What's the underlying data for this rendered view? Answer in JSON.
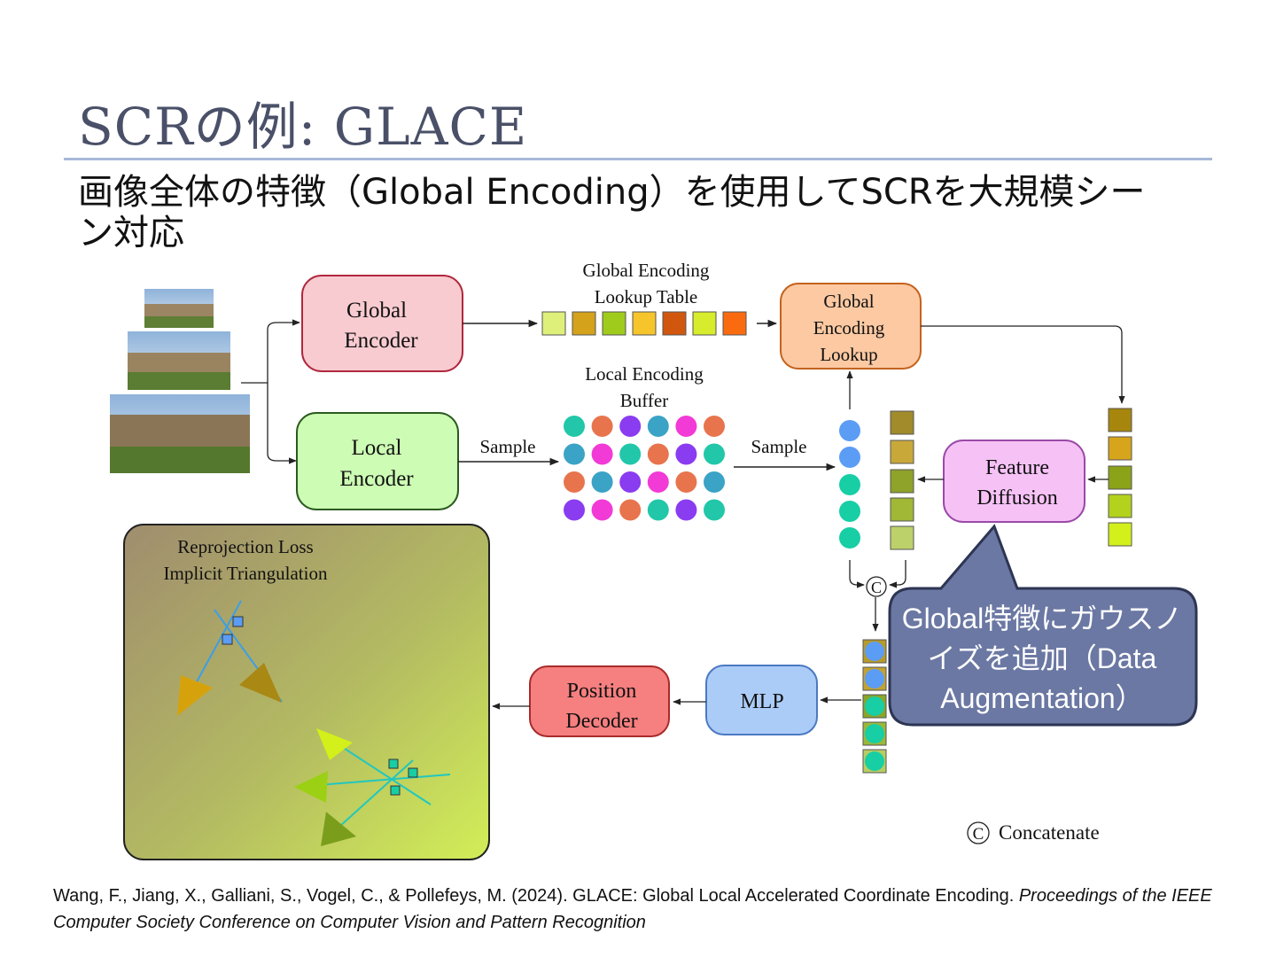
{
  "slide": {
    "title": "SCRの例: GLACE",
    "subtitle": "画像全体の特徴（Global Encoding）を使用してSCRを大規模シーン対応"
  },
  "diagram": {
    "global_encoder": [
      "Global",
      "Encoder"
    ],
    "local_encoder": [
      "Local",
      "Encoder"
    ],
    "lookup_table_title": [
      "Global Encoding",
      "Lookup  Table"
    ],
    "global_lookup": [
      "Global",
      "Encoding",
      "Lookup"
    ],
    "local_buffer_title": [
      "Local Encoding",
      "Buffer"
    ],
    "sample_left": "Sample",
    "sample_right": "Sample",
    "feature_diffusion": [
      "Feature",
      "Diffusion"
    ],
    "concat_symbol": "C",
    "mlp": "MLP",
    "position_decoder": [
      "Position",
      "Decoder"
    ],
    "loss_panel": [
      "Reprojection Loss",
      "Implicit Triangulation"
    ],
    "concatenate_legend": "Concatenate",
    "lookup_colors": [
      "#dff07a",
      "#d4a21b",
      "#9fcc1c",
      "#f6c52c",
      "#d2570e",
      "#d6ec2c",
      "#fa6b10"
    ],
    "buffer_colors": [
      [
        "#21c7a8",
        "#e8744d",
        "#8a3cf0",
        "#3aa3c6",
        "#f23ad6",
        "#e8744d"
      ],
      [
        "#3aa3c6",
        "#f23ad6",
        "#21c7a8",
        "#e8744d",
        "#8a3cf0",
        "#21c7a8"
      ],
      [
        "#e8744d",
        "#3aa3c6",
        "#8a3cf0",
        "#f23ad6",
        "#e8744d",
        "#3aa3c6"
      ],
      [
        "#8a3cf0",
        "#f23ad6",
        "#e8744d",
        "#21c7a8",
        "#8a3cf0",
        "#21c7a8"
      ]
    ]
  },
  "callout": {
    "text": "Global特徴にガウスノイズを追加（Data Augmentation）"
  },
  "citation": {
    "plain": "Wang, F., Jiang, X., Galliani, S., Vogel, C., & Pollefeys, M. (2024). GLACE: Global Local Accelerated Coordinate Encoding. ",
    "italic": "Proceedings of the IEEE Computer Society Conference on Computer Vision and Pattern Recognition"
  }
}
